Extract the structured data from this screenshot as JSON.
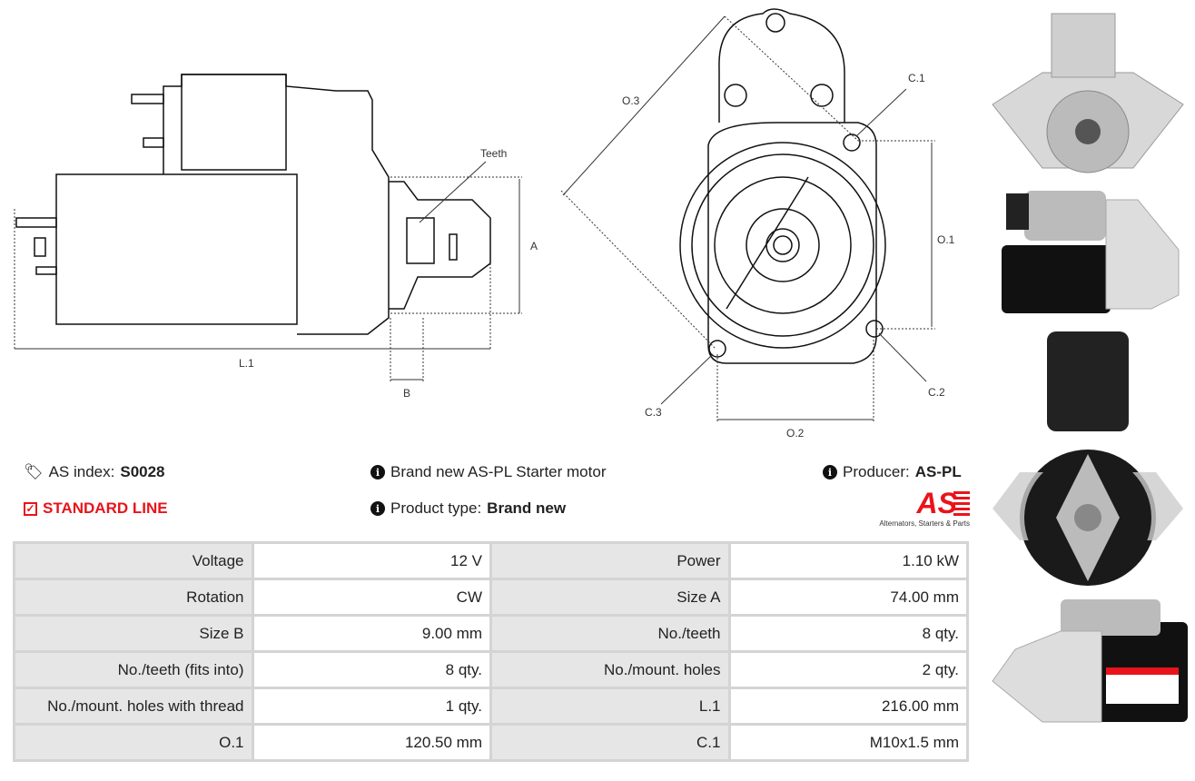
{
  "drawing": {
    "labels": {
      "teeth": "Teeth",
      "a": "A",
      "l1": "L.1",
      "b": "B",
      "o3": "O.3",
      "c1": "C.1",
      "o1": "O.1",
      "c2": "C.2",
      "c3": "C.3",
      "o2": "O.2"
    }
  },
  "info": {
    "as_index_label": "AS index:",
    "as_index_value": "S0028",
    "line": "STANDARD LINE",
    "description": "Brand new AS-PL Starter motor",
    "product_type_label": "Product type:",
    "product_type_value": "Brand new",
    "producer_label": "Producer:",
    "producer_value": "AS-PL",
    "logo_text": "AS",
    "logo_tagline": "Alternators, Starters & Parts"
  },
  "colors": {
    "accent": "#e8141b",
    "label_bg": "#e6e6e6"
  },
  "specs": [
    [
      "Voltage",
      "12 V",
      "Power",
      "1.10 kW"
    ],
    [
      "Rotation",
      "CW",
      "Size A",
      "74.00 mm"
    ],
    [
      "Size B",
      "9.00 mm",
      "No./teeth",
      "8 qty."
    ],
    [
      "No./teeth (fits into)",
      "8 qty.",
      "No./mount. holes",
      "2 qty."
    ],
    [
      "No./mount. holes with thread",
      "1 qty.",
      "L.1",
      "216.00 mm"
    ],
    [
      "O.1",
      "120.50 mm",
      "C.1",
      "M10x1.5 mm"
    ]
  ]
}
